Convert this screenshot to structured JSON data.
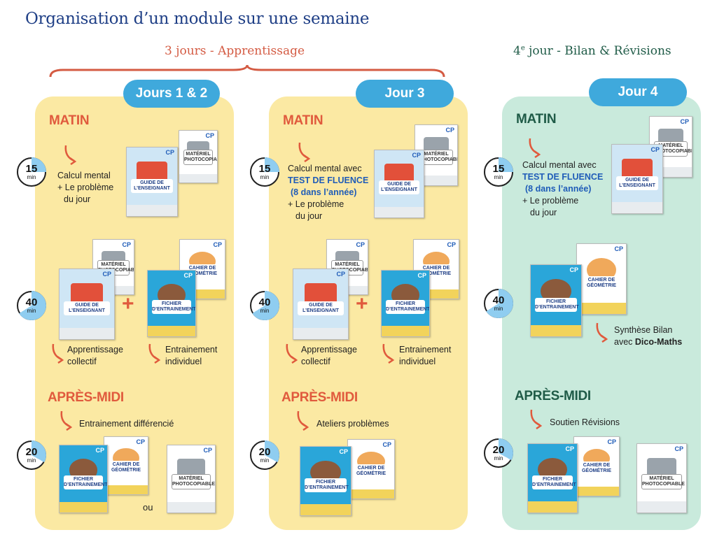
{
  "title": "Organisation d’un module sur une semaine",
  "span_left": "3 jours - Apprentissage",
  "span_right_num": "4",
  "span_right_sup": "e",
  "span_right_rest": " jour - Bilan & Révisions",
  "colors": {
    "title": "#1f3f86",
    "yellow": "#fbe9a3",
    "green": "#c9eadc",
    "tab": "#3fa9dc",
    "red": "#e05a3d",
    "darkgreen": "#1f5b47",
    "fluence": "#1f5cb8"
  },
  "columns": [
    {
      "tab": "Jours 1 & 2",
      "matin": "MATIN",
      "apres_midi": "APRÈS-MIDI",
      "t15": {
        "num": "15",
        "unit": "min"
      },
      "t40": {
        "num": "40",
        "unit": "min"
      },
      "t20": {
        "num": "20",
        "unit": "min"
      },
      "morning_text_1": "Calcul mental",
      "morning_text_2": "+ Le problème",
      "morning_text_3": "du jour",
      "mid_left_1": "Apprentissage",
      "mid_left_2": "collectif",
      "mid_right_1": "Entrainement",
      "mid_right_2": "individuel",
      "afternoon_text": "Entrainement différencié",
      "or": "ou"
    },
    {
      "tab": "Jour 3",
      "matin": "MATIN",
      "apres_midi": "APRÈS-MIDI",
      "t15": {
        "num": "15",
        "unit": "min"
      },
      "t40": {
        "num": "40",
        "unit": "min"
      },
      "t20": {
        "num": "20",
        "unit": "min"
      },
      "morning_text_1": "Calcul mental avec",
      "fluence_1": "TEST DE FLUENCE",
      "fluence_2": "(8 dans l’année)",
      "morning_text_2": "+ Le problème",
      "morning_text_3": "du jour",
      "mid_left_1": "Apprentissage",
      "mid_left_2": "collectif",
      "mid_right_1": "Entrainement",
      "mid_right_2": "individuel",
      "afternoon_text": "Ateliers problèmes"
    },
    {
      "tab": "Jour 4",
      "matin": "MATIN",
      "apres_midi": "APRÈS-MIDI",
      "t15": {
        "num": "15",
        "unit": "min"
      },
      "t40": {
        "num": "40",
        "unit": "min"
      },
      "t20": {
        "num": "20",
        "unit": "min"
      },
      "morning_text_1": "Calcul mental avec",
      "fluence_1": "TEST DE FLUENCE",
      "fluence_2": "(8 dans l’année)",
      "morning_text_2": "+ Le problème",
      "morning_text_3": "du jour",
      "synth_1": "Synthèse Bilan",
      "synth_2a": "avec ",
      "synth_2b": "Dico-Maths",
      "afternoon_text": "Soutien Révisions"
    }
  ],
  "books": {
    "cp": "CP",
    "guide": "GUIDE DE L’ENSEIGNANT",
    "materiel": "MATÉRIEL PHOTOCOPIABLE",
    "fichier": "FICHIER D’ENTRAINEMENT",
    "cahier": "CAHIER DE GÉOMÉTRIE"
  },
  "plus": "+"
}
